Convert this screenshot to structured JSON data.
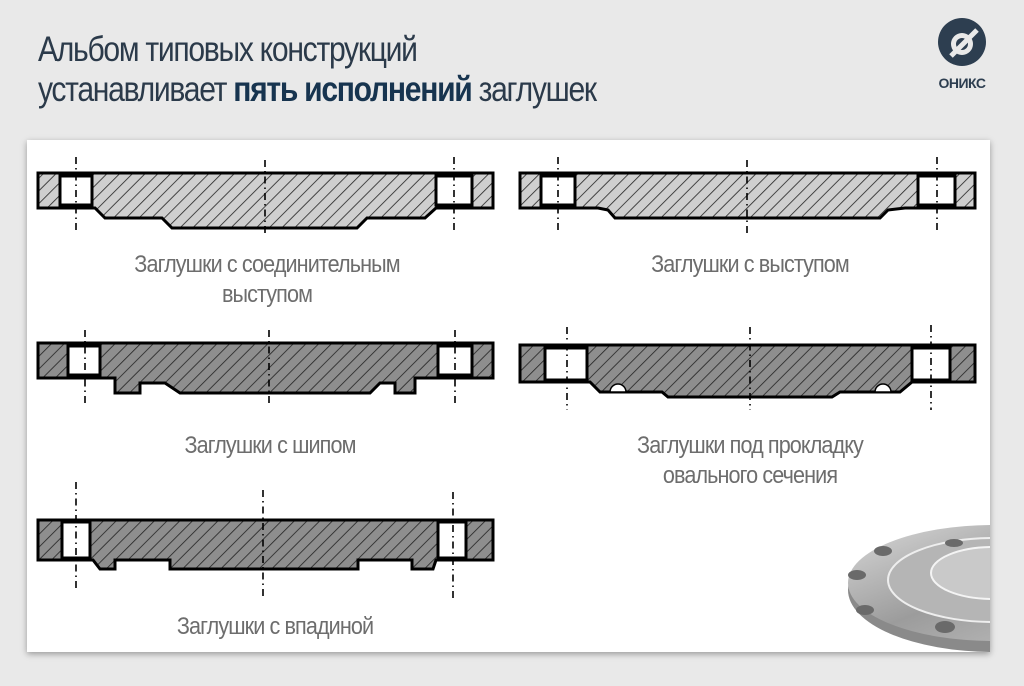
{
  "header": {
    "title_line1": "Альбом типовых конструкций",
    "title_line2_pre": "устанавливает ",
    "title_line2_bold": "пять исполнений",
    "title_line2_post": " заглушек"
  },
  "logo": {
    "text": "ОНИКС",
    "color": "#2d3e50"
  },
  "colors": {
    "accent": "#17344f",
    "hatch_light": "#cfcfcf",
    "hatch_dark": "#8e8e8e"
  },
  "diagrams": [
    {
      "caption": "Заглушки с соединительным выступом"
    },
    {
      "caption": "Заглушки с выступом"
    },
    {
      "caption": "Заглушки с шипом"
    },
    {
      "caption": "Заглушки под прокладку овального сечения"
    },
    {
      "caption": "Заглушки с впадиной"
    }
  ],
  "photo": {
    "icon": "steel-blind-flange-photo"
  }
}
